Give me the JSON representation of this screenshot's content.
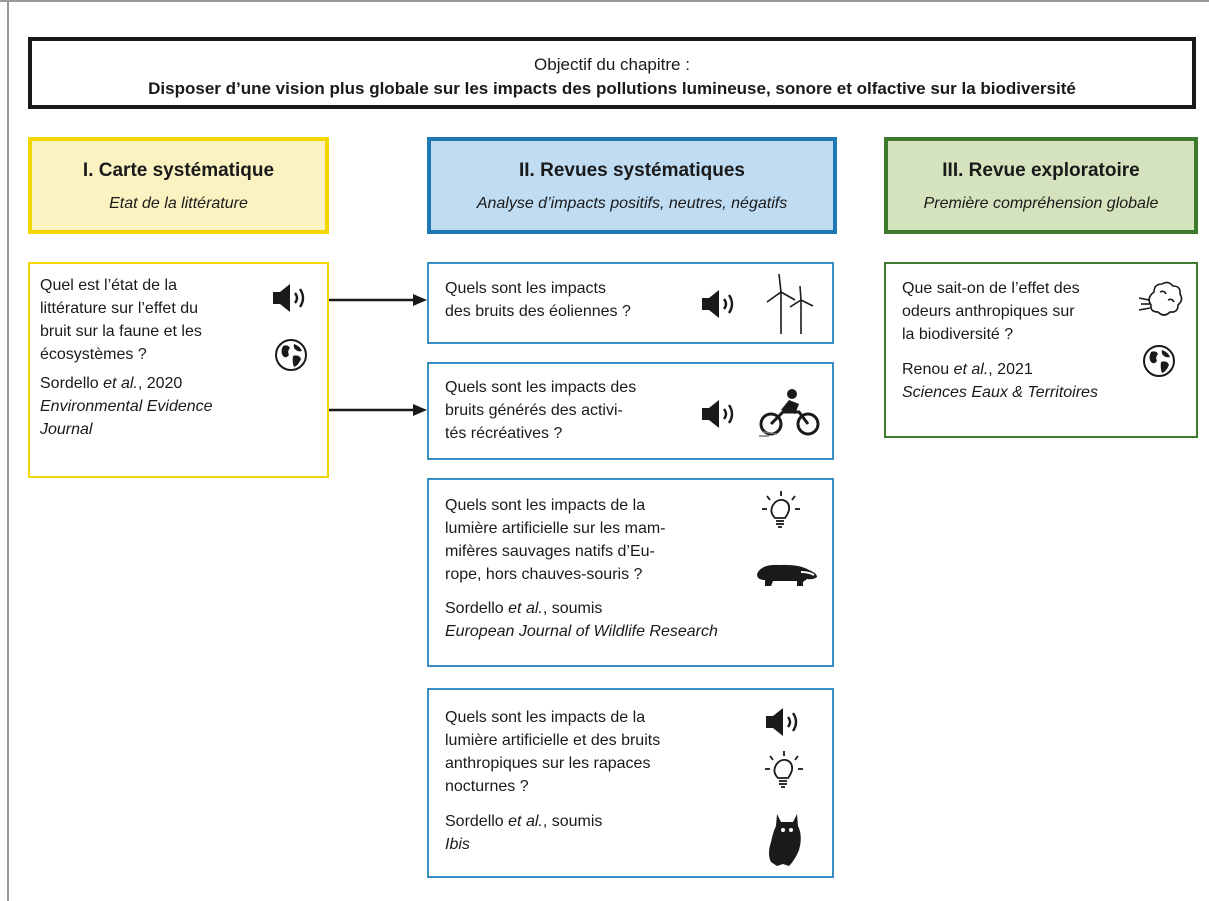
{
  "objective": {
    "heading": "Objectif du chapitre :",
    "statement": "Disposer d’une vision plus globale sur les impacts des pollutions lumineuse, sonore et olfactive sur la biodiversité"
  },
  "columns": [
    {
      "title": "I. Carte systématique",
      "subtitle": "Etat de la littérature",
      "color": "#f2d600",
      "fill": "#fbf2c2"
    },
    {
      "title": "II. Revues systématiques",
      "subtitle": "Analyse d’impacts positifs, neutres, négatifs",
      "color": "#1f77b4",
      "fill": "#c0dcf3"
    },
    {
      "title": "III. Revue exploratoire",
      "subtitle": "Première compréhension globale",
      "color": "#3d7a2e",
      "fill": "#d4e3bd"
    }
  ],
  "map_box": {
    "question": [
      "Quel est l’état de la",
      "littérature sur l’effet du",
      "bruit sur la faune et les",
      "écosystèmes ?"
    ],
    "author": "Sordello ",
    "etal": "et al.",
    "year": ", 2020",
    "journal": [
      "Environmental Evidence",
      "Journal"
    ],
    "icons": [
      "speaker-icon",
      "globe-icon"
    ]
  },
  "review_boxes": [
    {
      "question": [
        "Quels sont les impacts",
        "des bruits des éoliennes ?"
      ],
      "icons": [
        "speaker-icon",
        "wind-turbine-icon"
      ]
    },
    {
      "question": [
        "Quels sont les impacts des",
        "bruits générés des activi-",
        "tés récréatives ?"
      ],
      "icons": [
        "speaker-icon",
        "motorbike-icon"
      ]
    },
    {
      "question": [
        "Quels sont les impacts de la",
        "lumière artificielle sur les mam-",
        "mifères sauvages natifs d’Eu-",
        "rope, hors chauves-souris ?"
      ],
      "author": "Sordello ",
      "etal": "et al.",
      "year": ", soumis",
      "journal": "European Journal of Wildlife Research",
      "icons": [
        "light-bulb-icon",
        "badger-icon"
      ]
    },
    {
      "question": [
        "Quels sont les impacts de la",
        "lumière artificielle et des bruits",
        "anthropiques sur les rapaces",
        "nocturnes ?"
      ],
      "author": "Sordello ",
      "etal": "et al.",
      "year": ", soumis",
      "journal": "Ibis",
      "icons": [
        "speaker-icon",
        "light-bulb-icon",
        "owl-icon"
      ]
    }
  ],
  "exploratory_box": {
    "question": [
      "Que sait-on de l’effet des",
      "odeurs anthropiques sur",
      "la biodiversité ?"
    ],
    "author": "Renou ",
    "etal": "et al.",
    "year": ", 2021",
    "journal": "Sciences Eaux & Territoires",
    "icons": [
      "odour-cloud-icon",
      "globe-icon"
    ]
  }
}
